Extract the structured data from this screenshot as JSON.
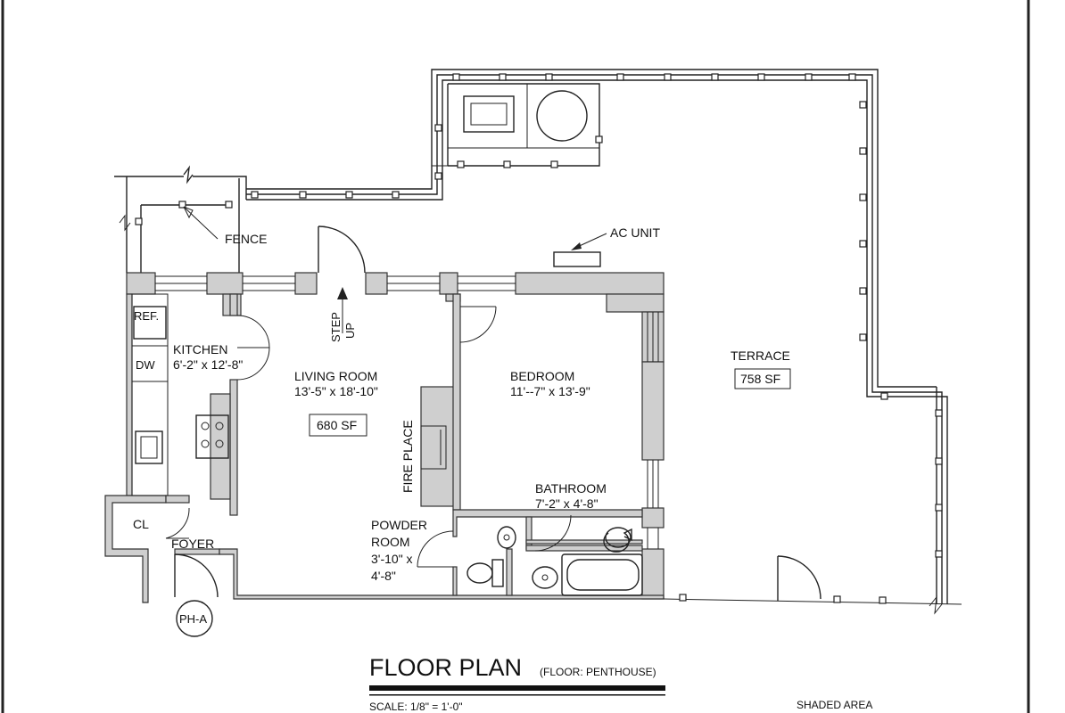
{
  "labels": {
    "fence": "FENCE",
    "ac_unit": "AC UNIT",
    "ref": "REF.",
    "dw": "DW",
    "kitchen_name": "KITCHEN",
    "kitchen_dims": "6'-2\" x 12'-8\"",
    "living_name": "LIVING ROOM",
    "living_dims": "13'-5\" x 18'-10\"",
    "living_sf": "680 SF",
    "step": "STEP",
    "up": "UP",
    "bedroom_name": "BEDROOM",
    "bedroom_dims": "11'--7\" x 13'-9\"",
    "fireplace": "FIRE PLACE",
    "bathroom_name": "BATHROOM",
    "bathroom_dims": "7'-2\" x 4'-8\"",
    "powder_line1": "POWDER",
    "powder_line2": "ROOM",
    "powder_dims1": "3'-10\" x",
    "powder_dims2": "4'-8\"",
    "closet": "CL",
    "foyer": "FOYER",
    "unit_tag": "PH-A",
    "terrace_name": "TERRACE",
    "terrace_sf": "758 SF"
  },
  "footer": {
    "title": "FLOOR PLAN",
    "floor_note": "(FLOOR: PENTHOUSE)",
    "scale": "SCALE: 1/8\" = 1'-0\"",
    "shaded_area": "SHADED AREA"
  }
}
